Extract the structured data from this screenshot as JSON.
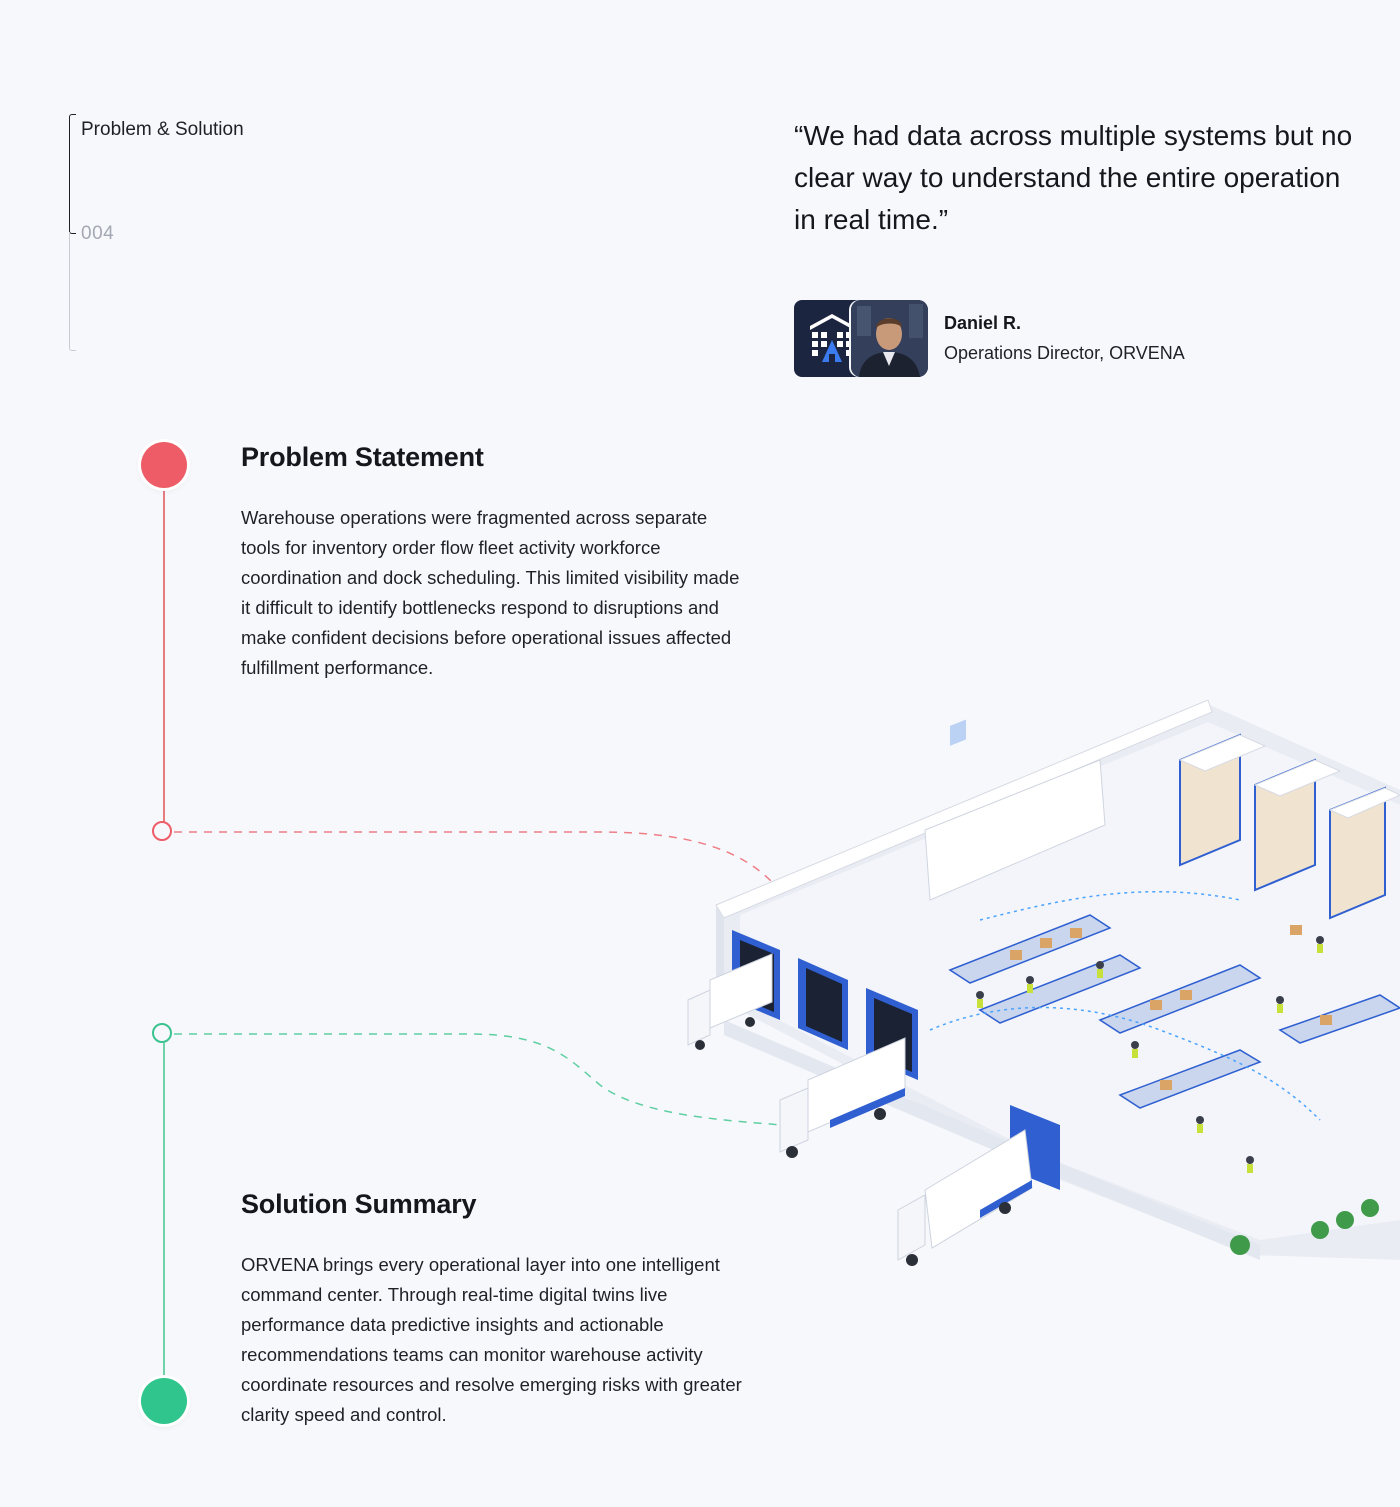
{
  "section": {
    "label": "Problem & Solution",
    "number": "004"
  },
  "testimonial": {
    "quote": "“We had data across multiple systems but no clear way to understand the entire operation in real time.”",
    "name": "Daniel R.",
    "role": "Operations Director, ORVENA"
  },
  "problem": {
    "title": "Problem Statement",
    "body": "Warehouse operations were fragmented across separate tools for inventory order flow fleet activity workforce coordination and dock scheduling. This limited visibility made it difficult to identify bottlenecks respond to disruptions and make confident decisions before operational issues affected fulfillment performance."
  },
  "solution": {
    "title": "Solution Summary",
    "body": "ORVENA brings every operational layer into one intelligent command center. Through real-time digital twins live performance data predictive insights and actionable recommendations teams can monitor warehouse activity coordinate resources and resolve emerging risks with greater clarity speed and control."
  },
  "colors": {
    "problem_accent": "#ee5d67",
    "solution_accent": "#2fc58c",
    "background": "#f7f8fc",
    "brand_blue": "#2f5fd0"
  },
  "icons": {
    "logo": "orvena-building-logo",
    "avatar": "person-avatar"
  }
}
